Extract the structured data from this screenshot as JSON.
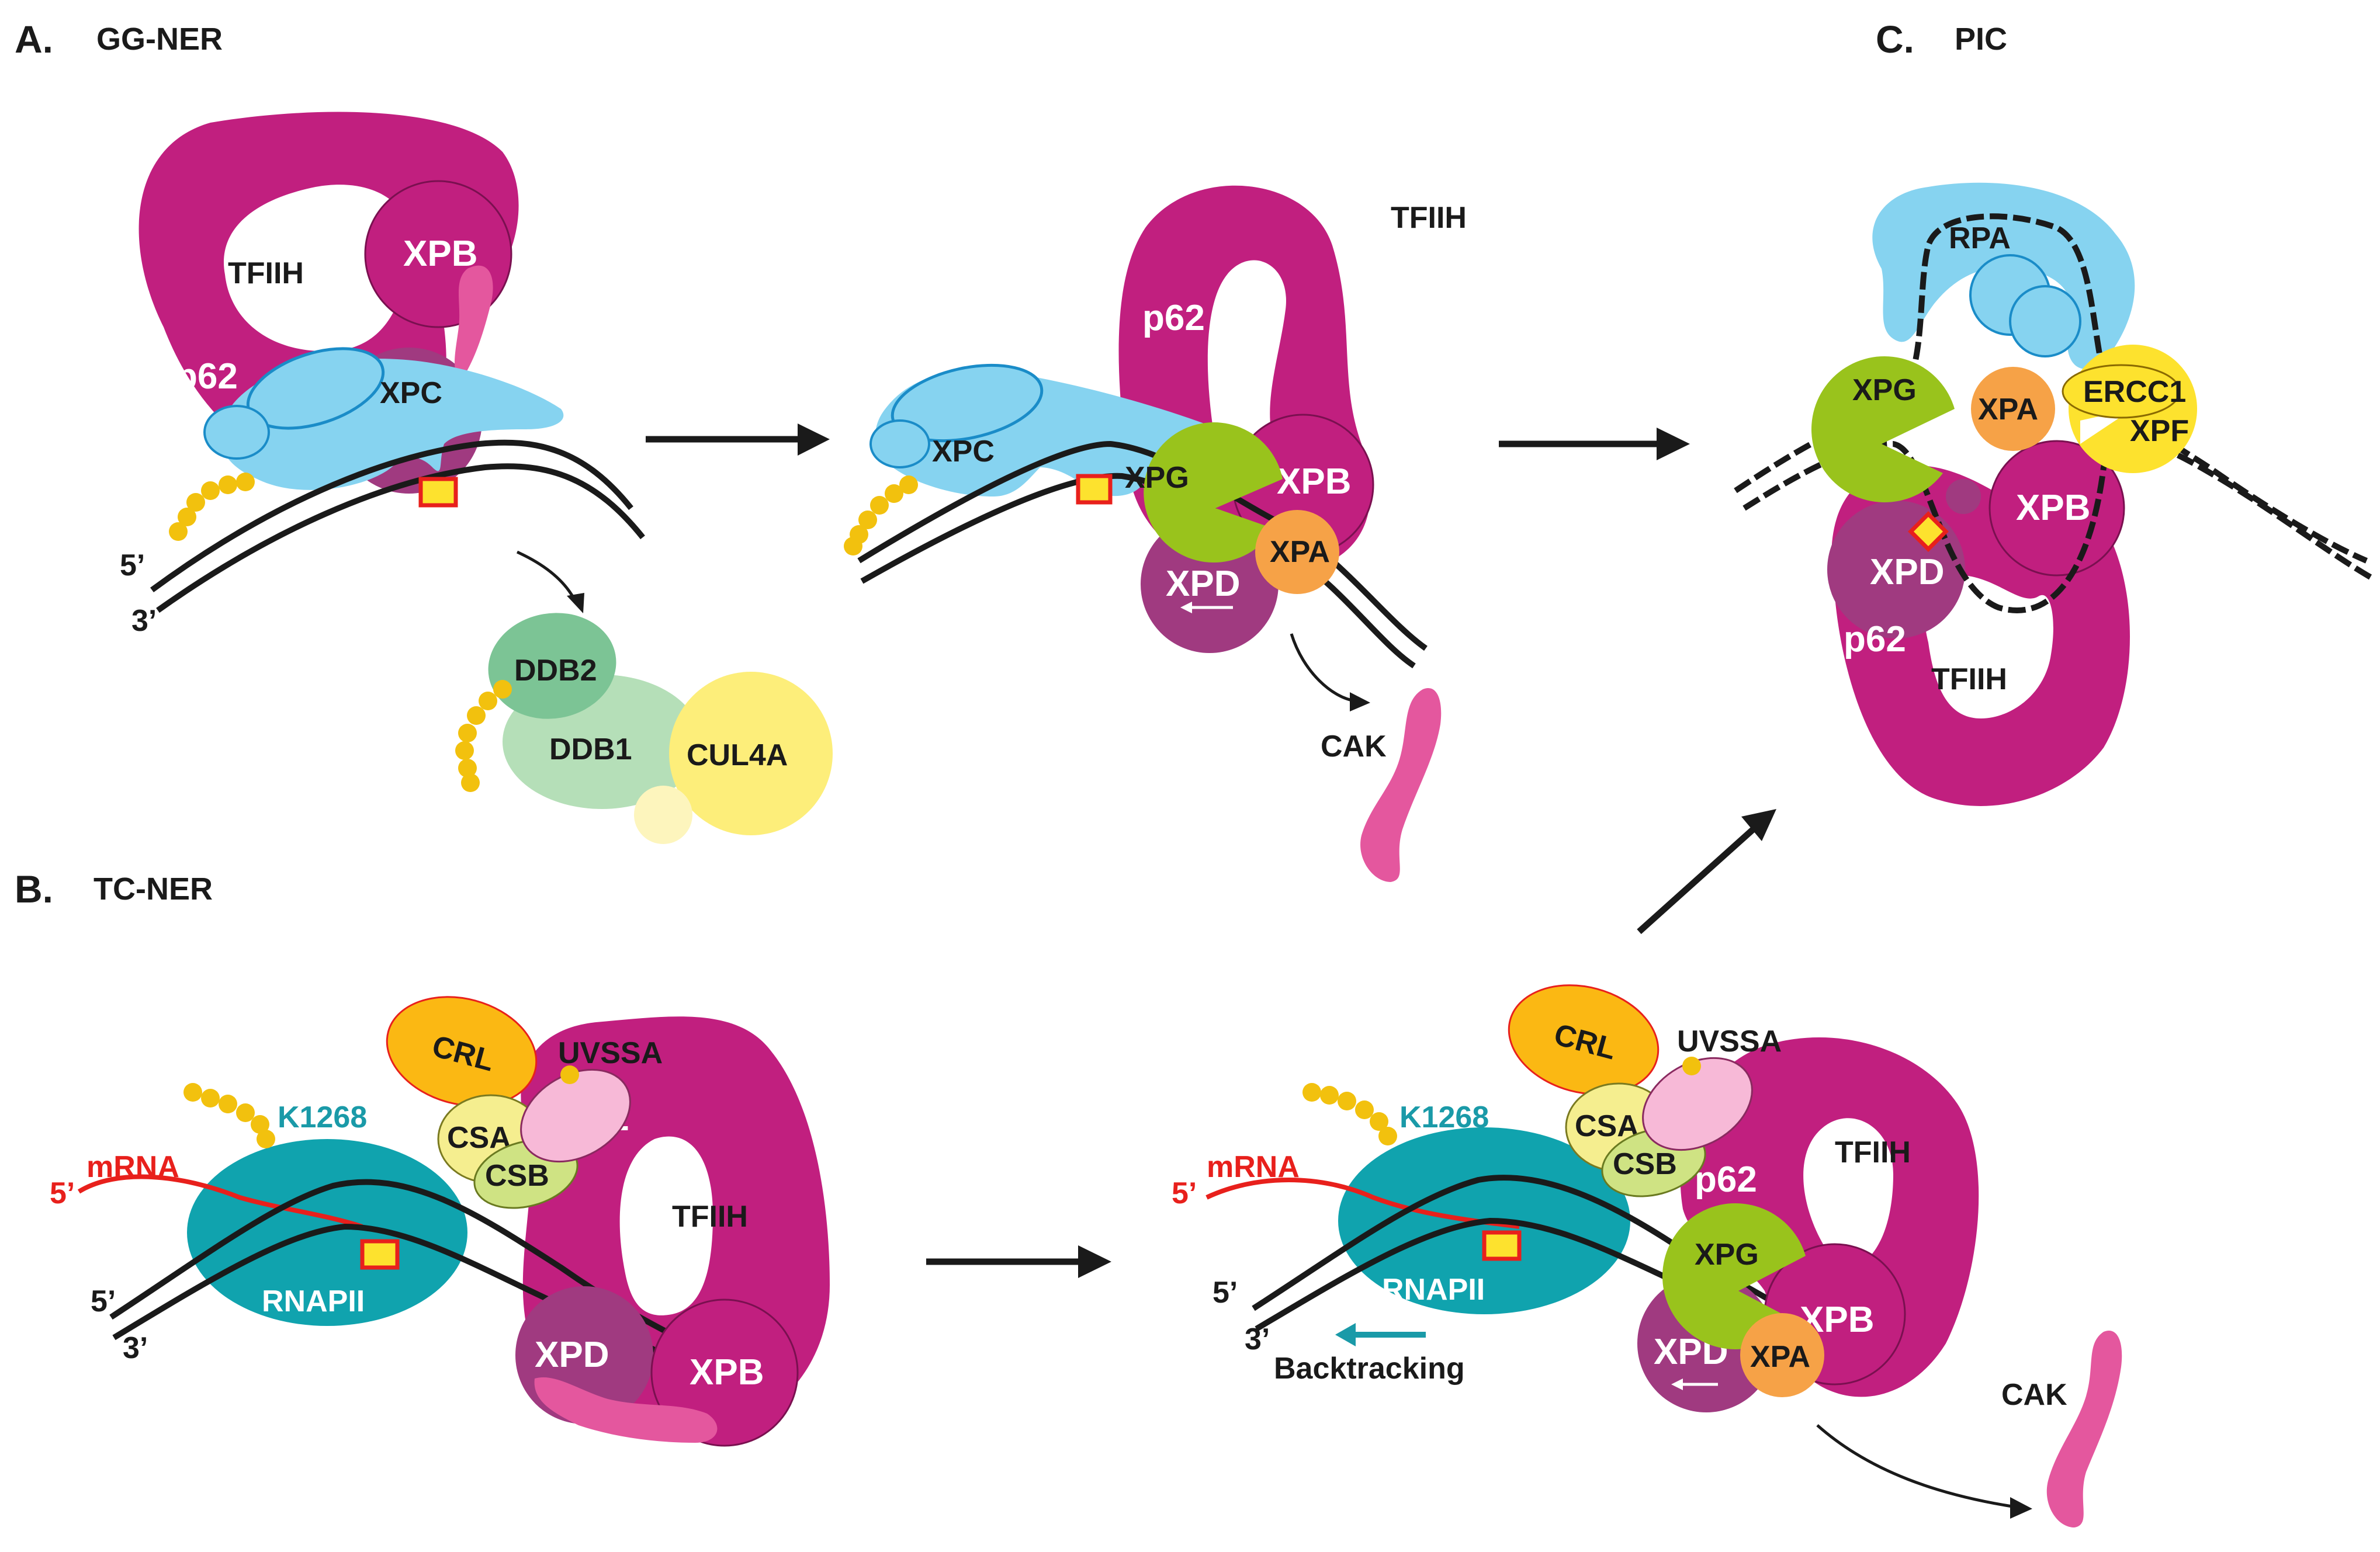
{
  "panels": {
    "a": {
      "letter": "A.",
      "title": "GG-NER"
    },
    "b": {
      "letter": "B.",
      "title": "TC-NER"
    },
    "c": {
      "letter": "C.",
      "title": "PIC"
    }
  },
  "labels": {
    "tfiih": "TFIIH",
    "xpb": "XPB",
    "xpc": "XPC",
    "p62": "p62",
    "xpg": "XPG",
    "xpd": "XPD",
    "xpa": "XPA",
    "xpf": "XPF",
    "ercc1": "ERCC1",
    "rpa": "RPA",
    "ddb1": "DDB1",
    "ddb2": "DDB2",
    "cul4a": "CUL4A",
    "cak": "CAK",
    "crl": "CRL",
    "uvssa": "UVSSA",
    "csa": "CSA",
    "csb": "CSB",
    "k1268": "K1268",
    "mrna": "mRNA",
    "rnapii": "RNAPII",
    "backtracking": "Backtracking",
    "five_prime": "5’",
    "three_prime": "3’"
  },
  "colors": {
    "tfiih_magenta": "#c11f7f",
    "xpd_purple": "#a03a80",
    "cak_pink": "#e4579e",
    "xpc_light_blue": "#86d3f0",
    "xpc_outline": "#1a8cc8",
    "xpg_green": "#99c31c",
    "xpa_orange": "#f6a247",
    "xpf_yellow": "#fde22e",
    "ddb2_green": "#7cc495",
    "ddb1_green": "#b5dfb8",
    "cul4a_yellow": "#fdee7a",
    "rnapii_teal": "#10a3ae",
    "crl_orange": "#fbb813",
    "csa_yellow": "#f5ee8f",
    "csb_green": "#cfe383",
    "uvssa_pink": "#f7b9d7",
    "ubiquitin_yellow": "#f2c10e",
    "lesion_yellow": "#fde22e",
    "lesion_red": "#e8201c"
  }
}
